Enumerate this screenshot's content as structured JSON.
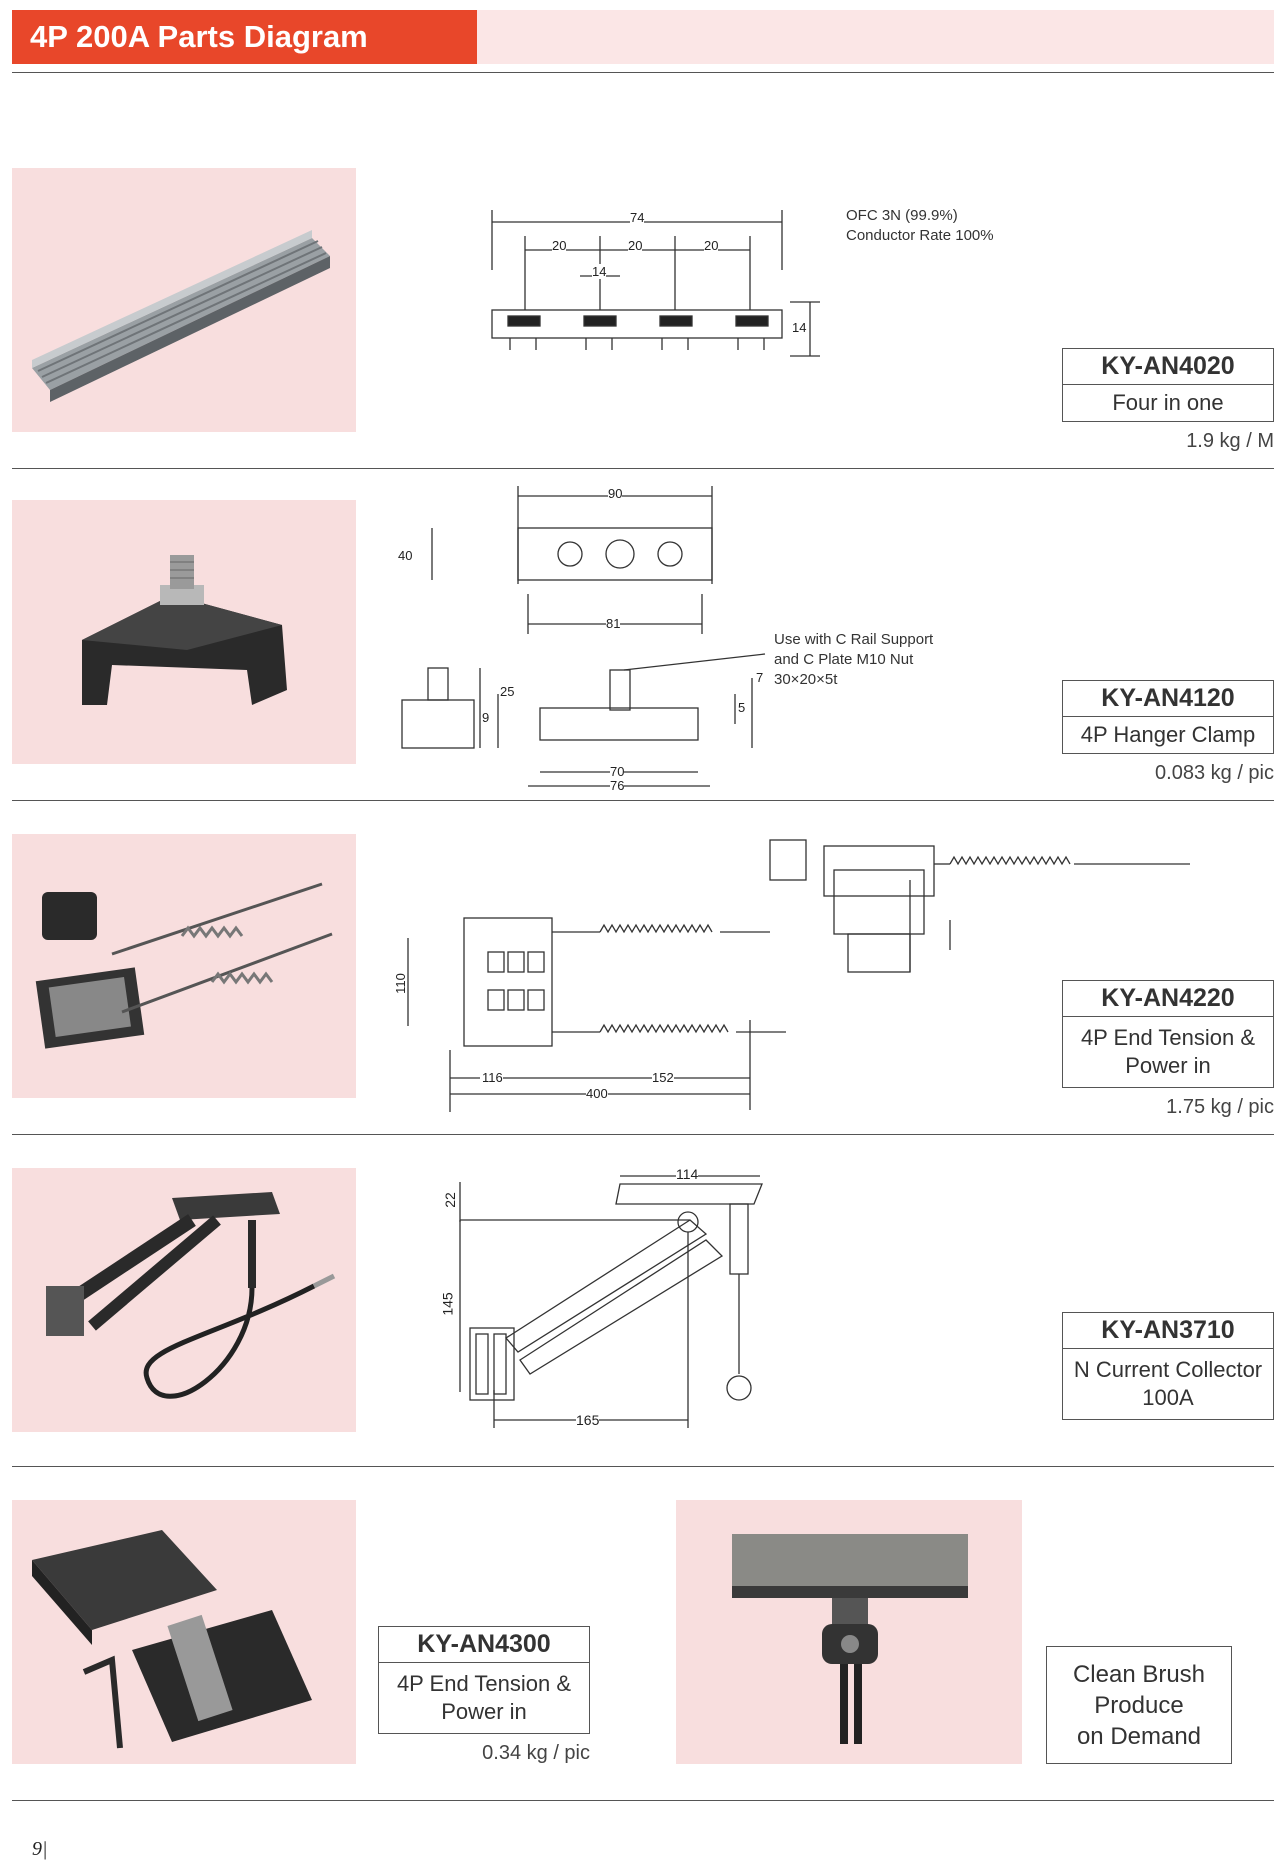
{
  "header": {
    "title": "4P 200A Parts Diagram"
  },
  "products": [
    {
      "code": "KY-AN4020",
      "desc": "Four in one",
      "weight": "1.9 kg / M",
      "notes": [
        "OFC 3N (99.9%)",
        "Conductor Rate 100%"
      ],
      "dims": {
        "total": "74",
        "pitch": "20",
        "width": "14",
        "height": "14"
      }
    },
    {
      "code": "KY-AN4120",
      "desc": "4P Hanger Clamp",
      "weight": "0.083 kg / pic",
      "notes": [
        "Use with C Rail Support",
        "and C Plate M10 Nut",
        "30×20×5t"
      ],
      "dims": {
        "d90": "90",
        "d40": "40",
        "d81": "81",
        "d25": "25",
        "d9": "9",
        "d5": "5",
        "d7": "7",
        "d70": "70",
        "d76": "76"
      }
    },
    {
      "code": "KY-AN4220",
      "desc": [
        "4P End Tension &",
        "Power in"
      ],
      "weight": "1.75 kg / pic",
      "dims": {
        "d110": "110",
        "d116": "116",
        "d152": "152",
        "d400": "400"
      }
    },
    {
      "code": "KY-AN3710",
      "desc": [
        "N Current Collector",
        "100A"
      ],
      "weight": "",
      "dims": {
        "d114": "114",
        "d22": "22",
        "d145": "145",
        "d165": "165"
      }
    },
    {
      "code": "KY-AN4300",
      "desc": [
        "4P End Tension &",
        "Power in"
      ],
      "weight": "0.34 kg / pic"
    }
  ],
  "brush": {
    "lines": [
      "Clean Brush",
      "Produce",
      "on Demand"
    ]
  },
  "footer": {
    "page_number": "9"
  },
  "colors": {
    "header_bg": "#e8472a",
    "photo_bg": "#f8dede",
    "band_bg": "#fbe6e6"
  }
}
